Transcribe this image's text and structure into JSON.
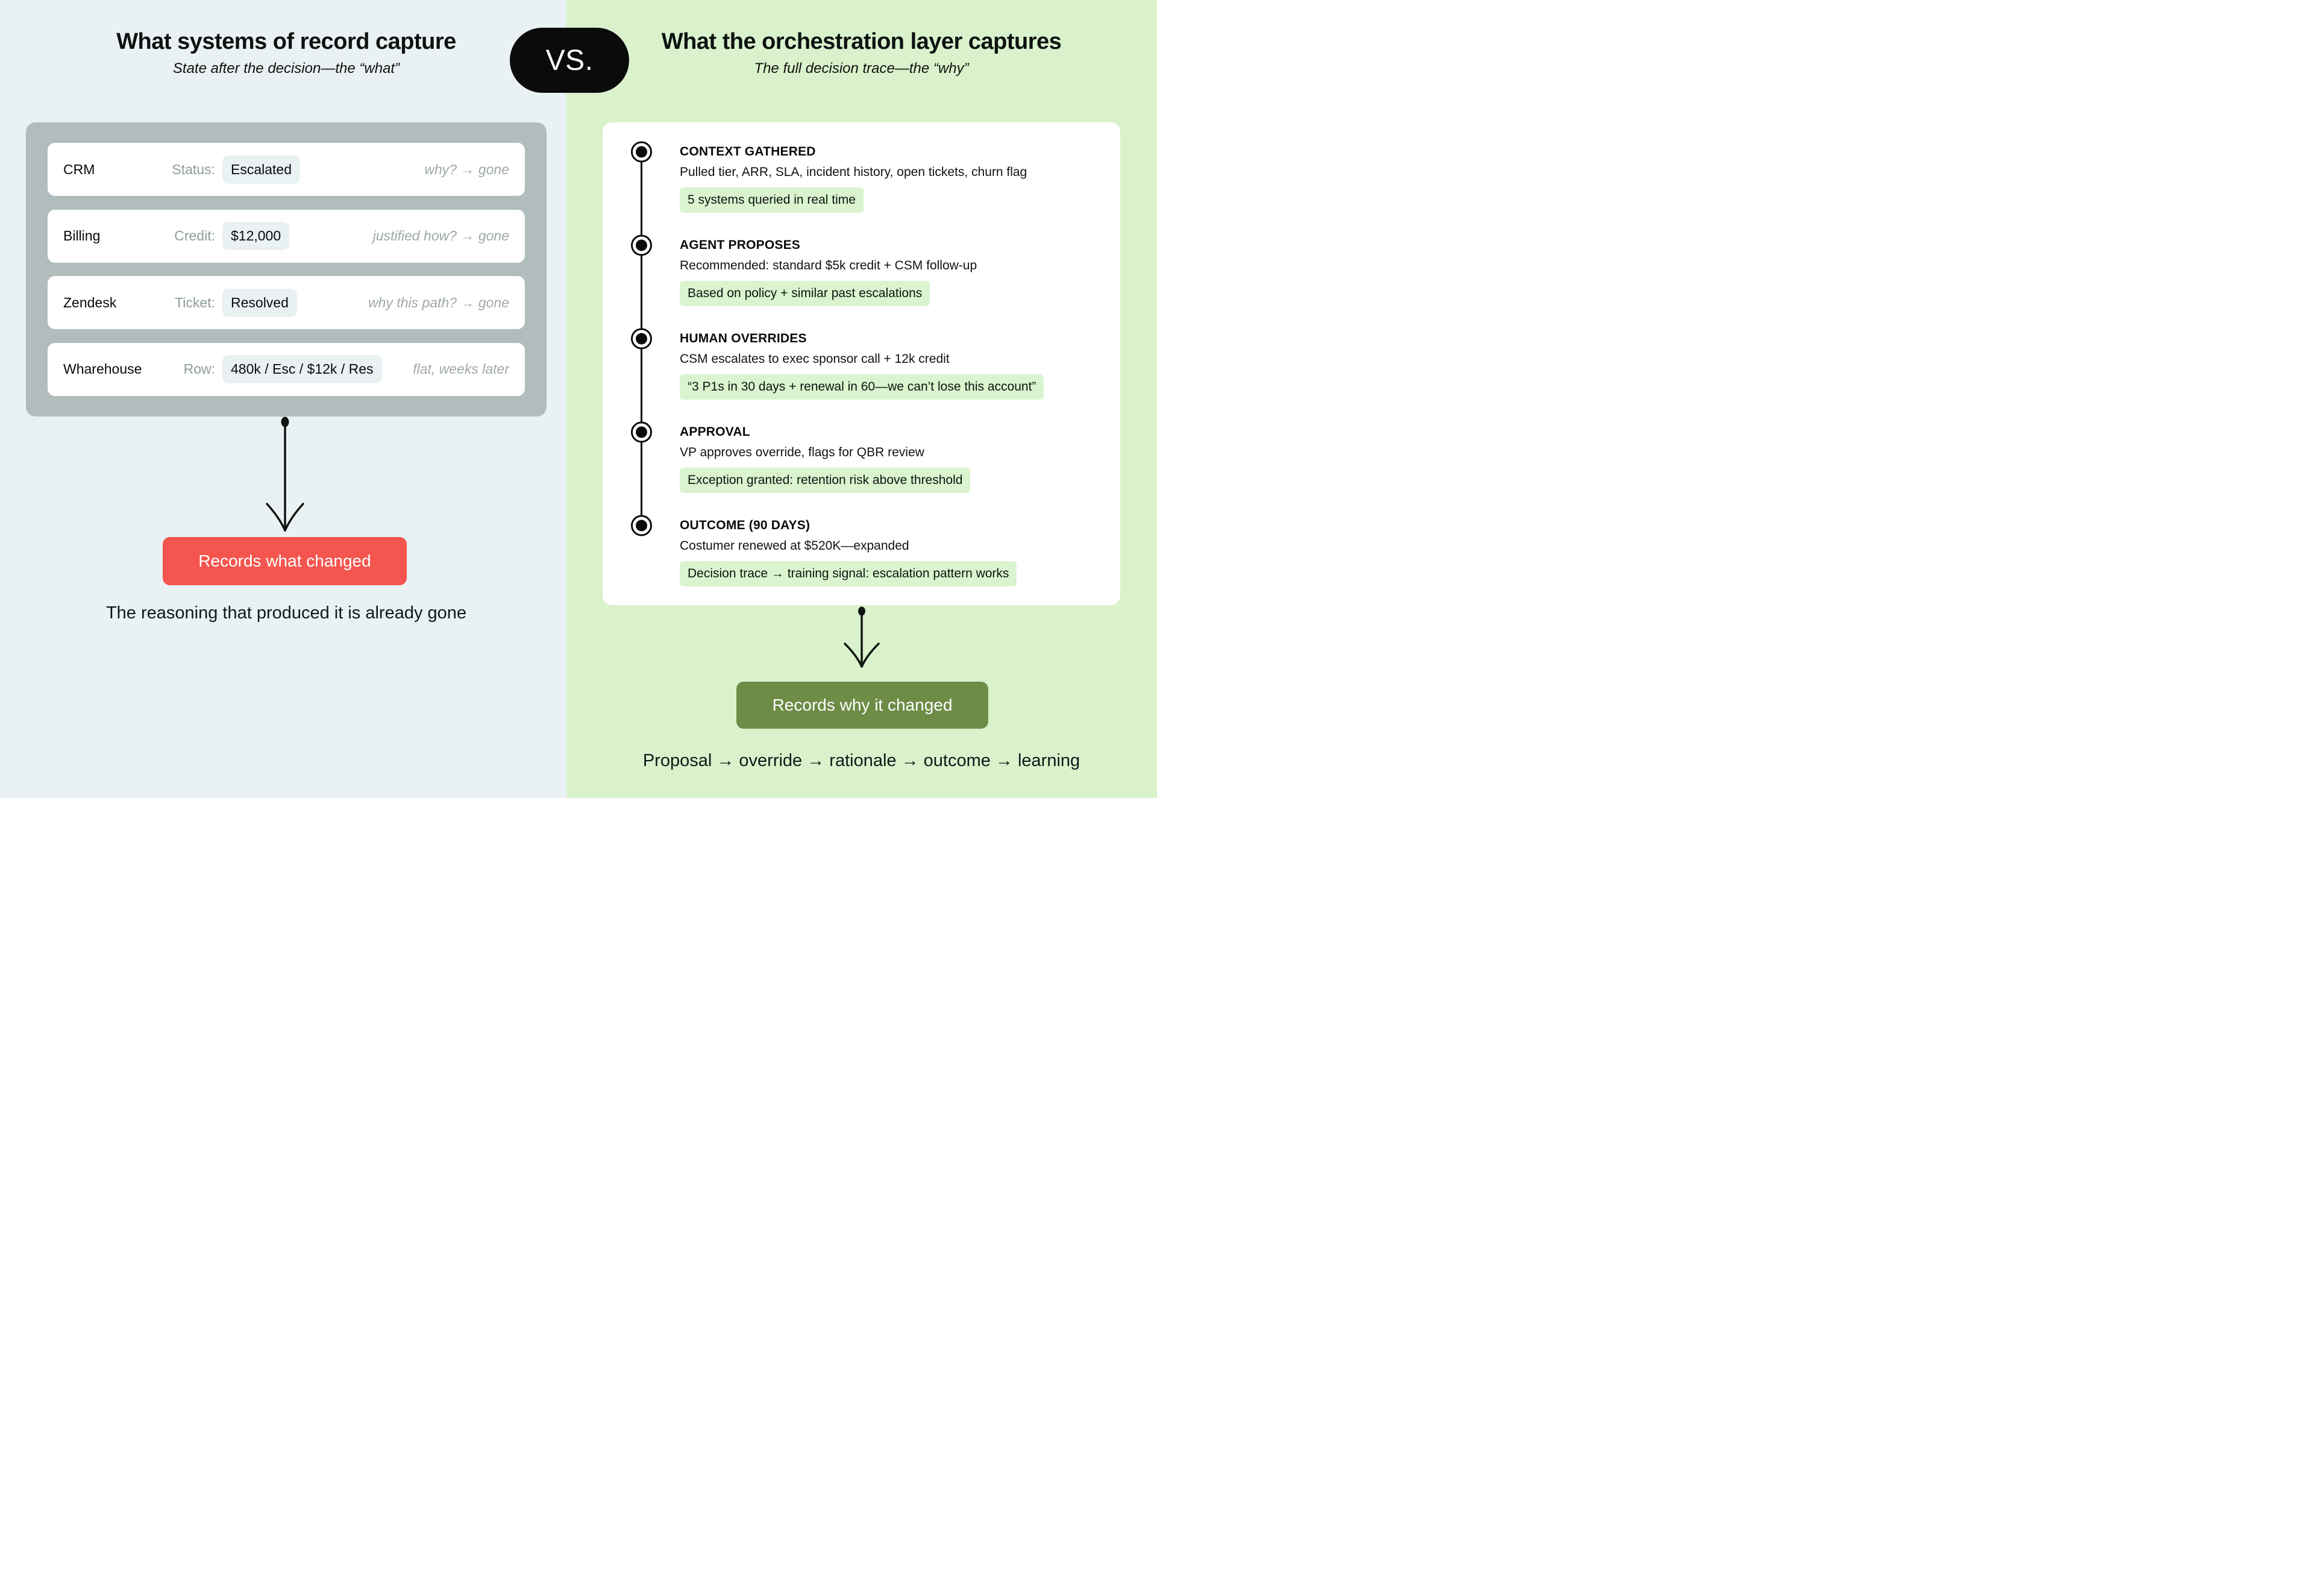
{
  "divider": {
    "vs_label": "VS."
  },
  "left": {
    "title": "What systems of record capture",
    "subtitle": "State after the decision—the “what”",
    "rows": [
      {
        "system": "CRM",
        "key": "Status:",
        "value": "Escalated",
        "note": "why? → gone"
      },
      {
        "system": "Billing",
        "key": "Credit:",
        "value": "$12,000",
        "note": "justified how? → gone"
      },
      {
        "system": "Zendesk",
        "key": "Ticket:",
        "value": "Resolved",
        "note": "why this path? → gone"
      },
      {
        "system": "Wharehouse",
        "key": "Row:",
        "value": "480k / Esc / $12k / Res",
        "note": "flat, weeks later"
      }
    ],
    "button_label": "Records what changed",
    "caption": "The reasoning that produced it is already gone"
  },
  "right": {
    "title": "What the orchestration layer captures",
    "subtitle": "The full decision trace—the “why”",
    "steps": [
      {
        "title": "CONTEXT GATHERED",
        "body": "Pulled tier, ARR, SLA, incident history, open tickets, churn flag",
        "badge": "5 systems queried in real time"
      },
      {
        "title": "AGENT PROPOSES",
        "body": "Recommended: standard $5k credit + CSM follow-up",
        "badge": "Based on policy + similar past escalations"
      },
      {
        "title": "HUMAN OVERRIDES",
        "body": "CSM escalates to exec sponsor call + 12k credit",
        "badge": "“3 P1s in 30 days + renewal in 60—we can’t lose this account”"
      },
      {
        "title": "APPROVAL",
        "body": "VP approves override, flags for QBR review",
        "badge": "Exception granted: retention risk above threshold"
      },
      {
        "title": "OUTCOME (90 DAYS)",
        "body": "Costumer renewed at $520K—expanded",
        "badge": "Decision trace → training signal: escalation pattern works"
      }
    ],
    "button_label": "Records why it changed",
    "caption": "Proposal → override → rationale → outcome → learning"
  },
  "colors": {
    "left_bg": "#e9f1f3",
    "right_bg": "#d9f2cc",
    "panel_gray": "#b0bdbc",
    "chip_bg": "#e9f1f3",
    "badge_bg": "#d9f4cf",
    "accent_red": "#f4554e",
    "accent_olive": "#6d8c46",
    "pill_black": "#0b0b0b"
  }
}
